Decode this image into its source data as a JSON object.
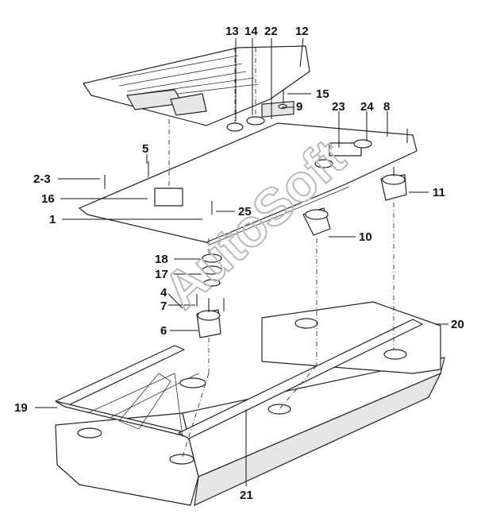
{
  "watermark": "AutoSoft",
  "callouts": {
    "c1": "1",
    "c2_3": "2-3",
    "c4": "4",
    "c5": "5",
    "c6": "6",
    "c7": "7",
    "c8": "8",
    "c9": "9",
    "c10": "10",
    "c11": "11",
    "c12": "12",
    "c13": "13",
    "c14": "14",
    "c15": "15",
    "c16": "16",
    "c17": "17",
    "c18": "18",
    "c19": "19",
    "c20": "20",
    "c21": "21",
    "c22": "22",
    "c23": "23",
    "c24": "24",
    "c25": "25"
  }
}
